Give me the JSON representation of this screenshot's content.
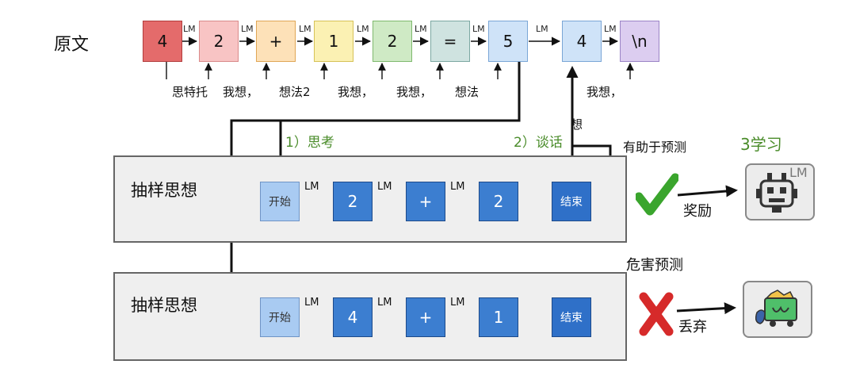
{
  "original_label": "原文",
  "lm": "LM",
  "tokens": [
    "4",
    "2",
    "+",
    "1",
    "2",
    "=",
    "5",
    "4",
    "\\n"
  ],
  "token_colors": [
    {
      "bg": "#e46b6b",
      "border": "#b23c3c"
    },
    {
      "bg": "#f8c4c4",
      "border": "#d98a8a"
    },
    {
      "bg": "#fde1b8",
      "border": "#e0a656"
    },
    {
      "bg": "#fbf1b3",
      "border": "#d6c257"
    },
    {
      "bg": "#cfeac5",
      "border": "#7fb96e"
    },
    {
      "bg": "#cfe3e0",
      "border": "#7ca8a2"
    },
    {
      "bg": "#cfe3f8",
      "border": "#7aa6d6"
    },
    {
      "bg": "#cfe3f8",
      "border": "#7aa6d6"
    },
    {
      "bg": "#dccdf0",
      "border": "#9b84c6"
    }
  ],
  "thought_labels": [
    "思特托",
    "我想，",
    "想法2",
    "我想，",
    "我想，",
    "想法",
    "我想，"
  ],
  "step1": "1）思考",
  "step2": "2）谈话",
  "think_char": "想",
  "helpful": "有助于预测",
  "learn": "3学习",
  "harmful": "危害预测",
  "reward": "奖励",
  "discard": "丢弃",
  "panel_title": "抽样思想",
  "start": "开始",
  "end": "结束",
  "panel1_tokens": [
    "2",
    "+",
    "2"
  ],
  "panel2_tokens": [
    "4",
    "+",
    "1"
  ],
  "robot_lm": "LM",
  "colors": {
    "check": "#3aa52d",
    "cross": "#d62a2a",
    "green_text": "#4a8c2a"
  }
}
